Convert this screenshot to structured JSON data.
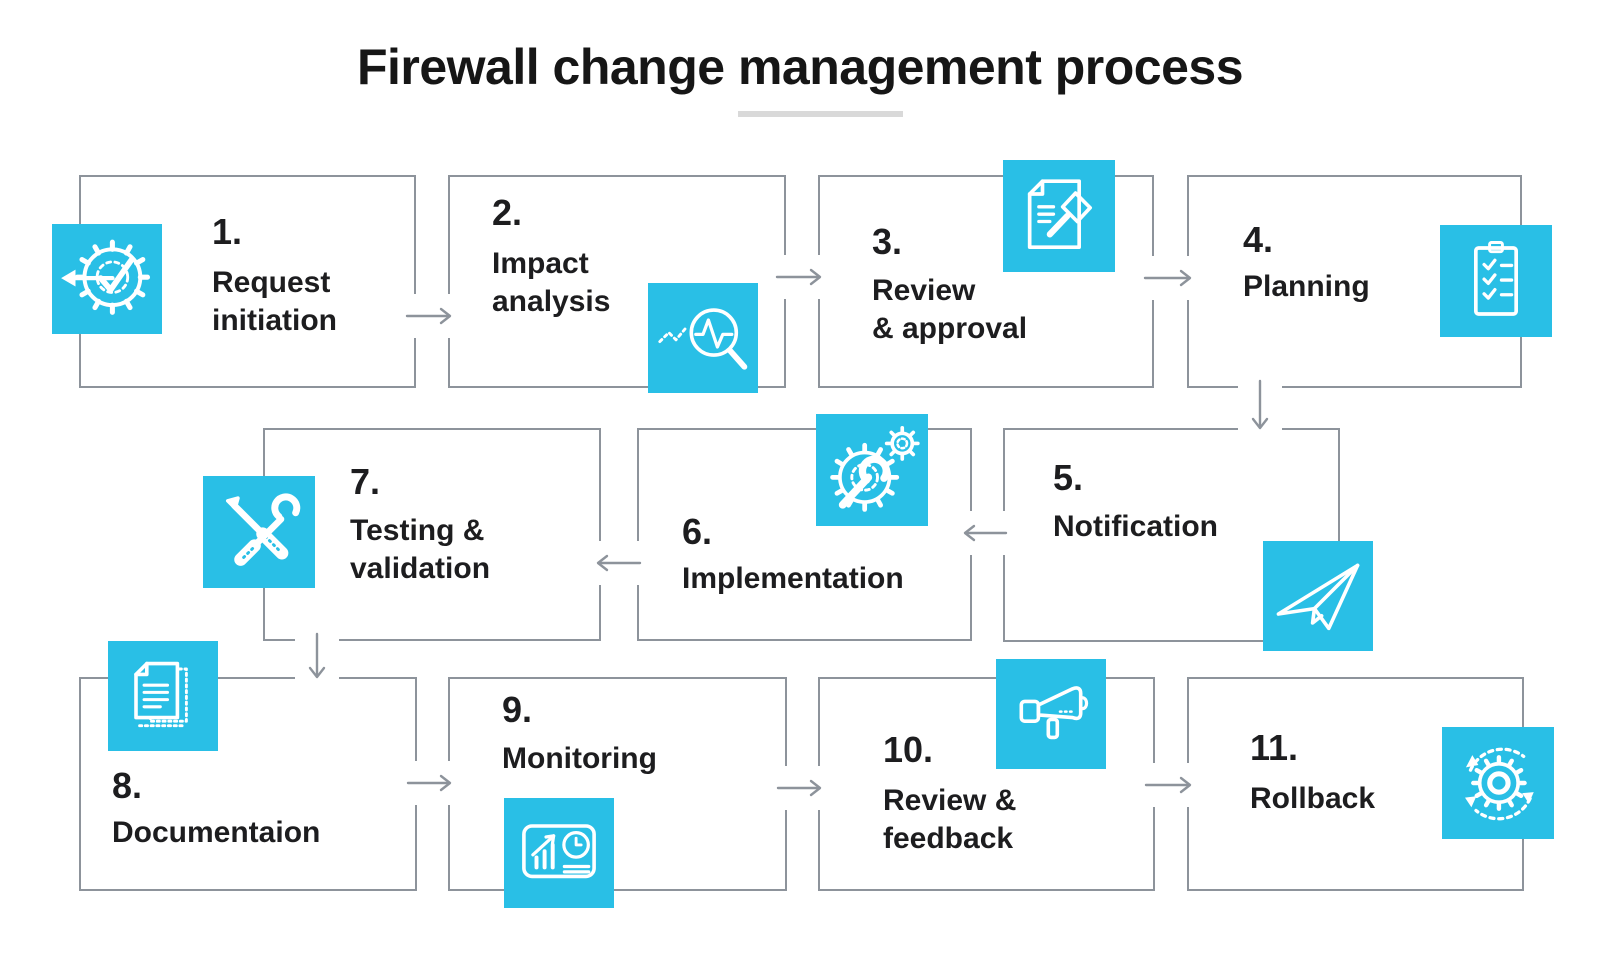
{
  "title": "Firewall change management process",
  "steps": [
    {
      "number": "1.",
      "line1": "Request",
      "line2": "initiation",
      "icon": "gear-checkmark-arrow-icon"
    },
    {
      "number": "2.",
      "line1": "Impact",
      "line2": "analysis",
      "icon": "magnifier-pulse-icon"
    },
    {
      "number": "3.",
      "line1": "Review",
      "line2": "& approval",
      "icon": "document-gavel-icon"
    },
    {
      "number": "4.",
      "line1": "Planning",
      "icon": "clipboard-checklist-icon"
    },
    {
      "number": "5.",
      "line1": "Notification",
      "icon": "paper-plane-icon"
    },
    {
      "number": "6.",
      "line1": "Implementation",
      "icon": "wrench-gear-icon"
    },
    {
      "number": "7.",
      "line1": "Testing &",
      "line2": "validation",
      "icon": "crossed-tools-icon"
    },
    {
      "number": "8.",
      "line1": "Documentaion",
      "icon": "documents-icon"
    },
    {
      "number": "9.",
      "line1": "Monitoring",
      "icon": "dashboard-chart-clock-icon"
    },
    {
      "number": "10.",
      "line1": "Review &",
      "line2": "feedback",
      "icon": "megaphone-icon"
    },
    {
      "number": "11.",
      "line1": "Rollback",
      "icon": "gear-rotate-icon"
    }
  ],
  "colors": {
    "accent_cyan": "#29bfe6",
    "line_gray": "#8d939b",
    "text_dark": "#1d1d1f",
    "underline_gray": "#d9d9d9",
    "icon_stroke": "#ffffff"
  }
}
